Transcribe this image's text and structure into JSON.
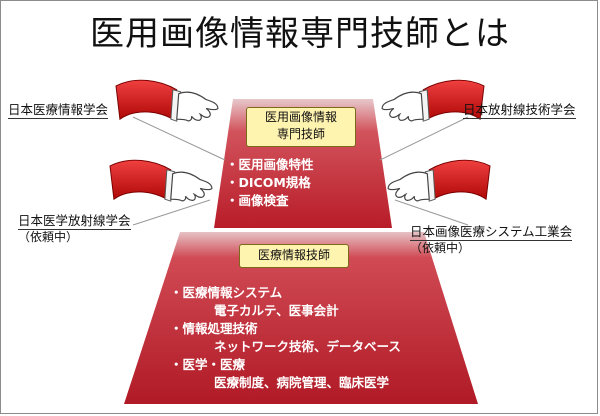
{
  "title": "医用画像情報専門技師とは",
  "partners": {
    "top_left": {
      "name": "日本医療情報学会"
    },
    "top_right": {
      "name": "日本放射線技術学会"
    },
    "bottom_left": {
      "name": "日本医学放射線学会",
      "note": "（依頼中）"
    },
    "bottom_right": {
      "name": "日本画像医療システム工業会",
      "note": "（依頼中）"
    }
  },
  "upper_tier": {
    "heading_line1": "医用画像情報",
    "heading_line2": "専門技師",
    "items": [
      "・医用画像特性",
      "・DICOM規格",
      "・画像検査"
    ]
  },
  "lower_tier": {
    "heading": "医療情報技師",
    "items": [
      {
        "label": "・医療情報システム",
        "detail": "電子カルテ、医事会計"
      },
      {
        "label": "・情報処理技術",
        "detail": "ネットワーク技術、データベース"
      },
      {
        "label": "・医学・医療",
        "detail": "医療制度、病院管理、臨床医学"
      }
    ]
  },
  "colors": {
    "tier_red": "#c8202c",
    "box_fill": "#fff3b0",
    "sleeve": "#d01818"
  },
  "icons": [
    "reaching-hand-icon"
  ]
}
